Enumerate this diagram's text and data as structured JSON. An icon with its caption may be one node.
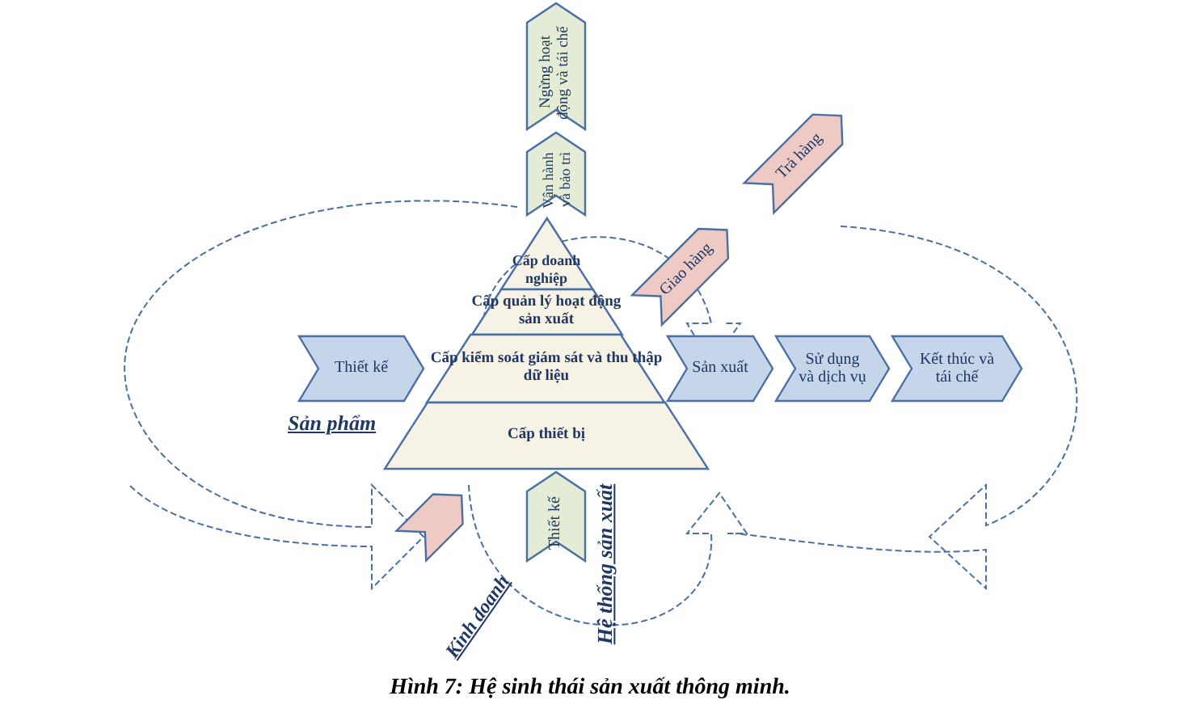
{
  "diagram": {
    "caption": "Hình 7: Hệ sinh thái sản xuất thông minh.",
    "nodes": [
      {
        "text": [
          "Ngừng hoạt động và tái chế"
        ]
      },
      {
        "text": [
          "Vận hành và bảo trì"
        ]
      },
      {
        "text": [
          "Trả hàng"
        ]
      },
      {
        "text": [
          "Giao hàng"
        ]
      },
      {
        "text": [
          "Cấp doanh nghiệp"
        ]
      },
      {
        "text": [
          "Cấp quản lý hoạt động sản xuất"
        ]
      },
      {
        "text": [
          "Thiết kế"
        ]
      },
      {
        "text": [
          "Cấp kiểm soát giám sát và thu thập dữ liệu"
        ]
      },
      {
        "text": [
          "Sản xuất"
        ]
      },
      {
        "text": [
          "Sử dụng và dịch vụ"
        ]
      },
      {
        "text": [
          "Kết thúc và tái chế"
        ]
      },
      {
        "text": [
          "Cấp thiết bị"
        ]
      },
      {
        "text": [],
        "shape": "bar"
      },
      {
        "text": [
          "Thiết kế"
        ]
      }
    ],
    "labels": [
      "Sản phẩm",
      "Kinh doanh",
      "Hệ thống sản xuất"
    ]
  }
}
